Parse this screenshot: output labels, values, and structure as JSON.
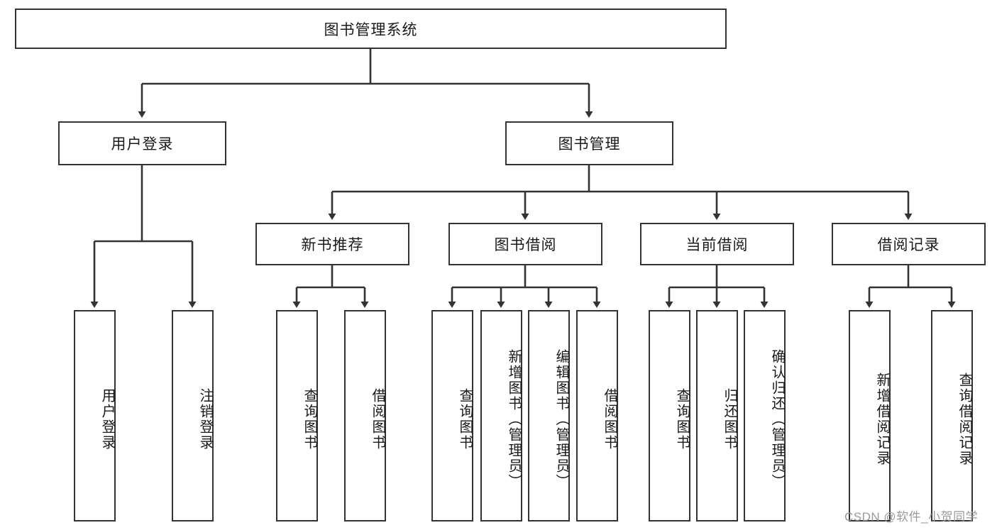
{
  "diagram": {
    "type": "tree-hierarchy",
    "title": "图书管理系统",
    "nodes": {
      "root": {
        "label": "图书管理系统"
      },
      "level2": [
        {
          "id": "user-login",
          "label": "用户登录"
        },
        {
          "id": "book-manage",
          "label": "图书管理"
        }
      ],
      "level3": [
        {
          "id": "new-book-recommend",
          "label": "新书推荐"
        },
        {
          "id": "book-borrow",
          "label": "图书借阅"
        },
        {
          "id": "current-borrow",
          "label": "当前借阅"
        },
        {
          "id": "borrow-record",
          "label": "借阅记录"
        }
      ],
      "leaves": {
        "user_login": [
          {
            "id": "leaf-user-login",
            "label": "用户登录"
          },
          {
            "id": "leaf-logout-login",
            "label": "注销登录"
          }
        ],
        "new_book_recommend": [
          {
            "id": "leaf-query-book-1",
            "label": "查询图书"
          },
          {
            "id": "leaf-borrow-book-1",
            "label": "借阅图书"
          }
        ],
        "book_borrow": [
          {
            "id": "leaf-query-book-2",
            "label": "查询图书"
          },
          {
            "id": "leaf-add-book",
            "label": "新增图书（管理员）"
          },
          {
            "id": "leaf-edit-book",
            "label": "编辑图书（管理员）"
          },
          {
            "id": "leaf-borrow-book-2",
            "label": "借阅图书"
          }
        ],
        "current_borrow": [
          {
            "id": "leaf-query-book-3",
            "label": "查询图书"
          },
          {
            "id": "leaf-return-book",
            "label": "归还图书"
          },
          {
            "id": "leaf-confirm-return",
            "label": "确认归还（管理员）"
          }
        ],
        "borrow_record": [
          {
            "id": "leaf-add-record",
            "label": "新增借阅记录"
          },
          {
            "id": "leaf-query-record",
            "label": "查询借阅记录"
          }
        ]
      }
    },
    "colors": {
      "box_border": "#333333",
      "box_fill": "#ffffff",
      "edge": "#333333",
      "text": "#1a1a1a",
      "watermark": "#9a9a9a"
    }
  },
  "watermark": {
    "text": "CSDN @软件_小贺同学"
  }
}
